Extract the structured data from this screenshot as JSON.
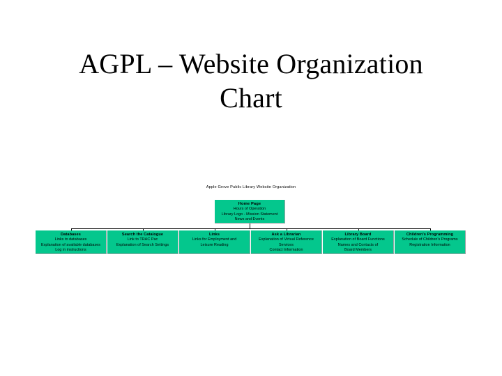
{
  "slide": {
    "title_line_1": "AGPL – Website Organization",
    "title_line_2": "Chart"
  },
  "chart_data": {
    "type": "diagram",
    "diagram_kind": "organization-chart",
    "title": "Apple Grove Public Library Website Organization",
    "orientation": "top-down",
    "node_fill_color": "#04c78d",
    "node_text_color": "#000000",
    "connector_color": "#000000",
    "root": {
      "title": "Home Page",
      "lines": [
        "Hours of Operation",
        "Library Logo - Mission Statement",
        "News and Events"
      ]
    },
    "children": [
      {
        "title": "Databases",
        "lines": [
          "Links to databases",
          "Explanation of available databases",
          "Log in instructions"
        ]
      },
      {
        "title": "Search the Catalogue",
        "lines": [
          "Link to TRAC Pac",
          "Explanation of Search Settings"
        ]
      },
      {
        "title": "Links",
        "lines": [
          "Links for Employment and",
          "Leisure Reading"
        ]
      },
      {
        "title": "Ask a Librarian",
        "lines": [
          "Explanation of Virtual Reference",
          "Services",
          "Contact Information"
        ]
      },
      {
        "title": "Library Board",
        "lines": [
          "Explanation of Board Functions",
          "Names and Contacts of",
          "Board Members"
        ]
      },
      {
        "title": "Children's Programming",
        "lines": [
          "Schedule of Children's Programs",
          "Registration Information"
        ]
      }
    ]
  }
}
